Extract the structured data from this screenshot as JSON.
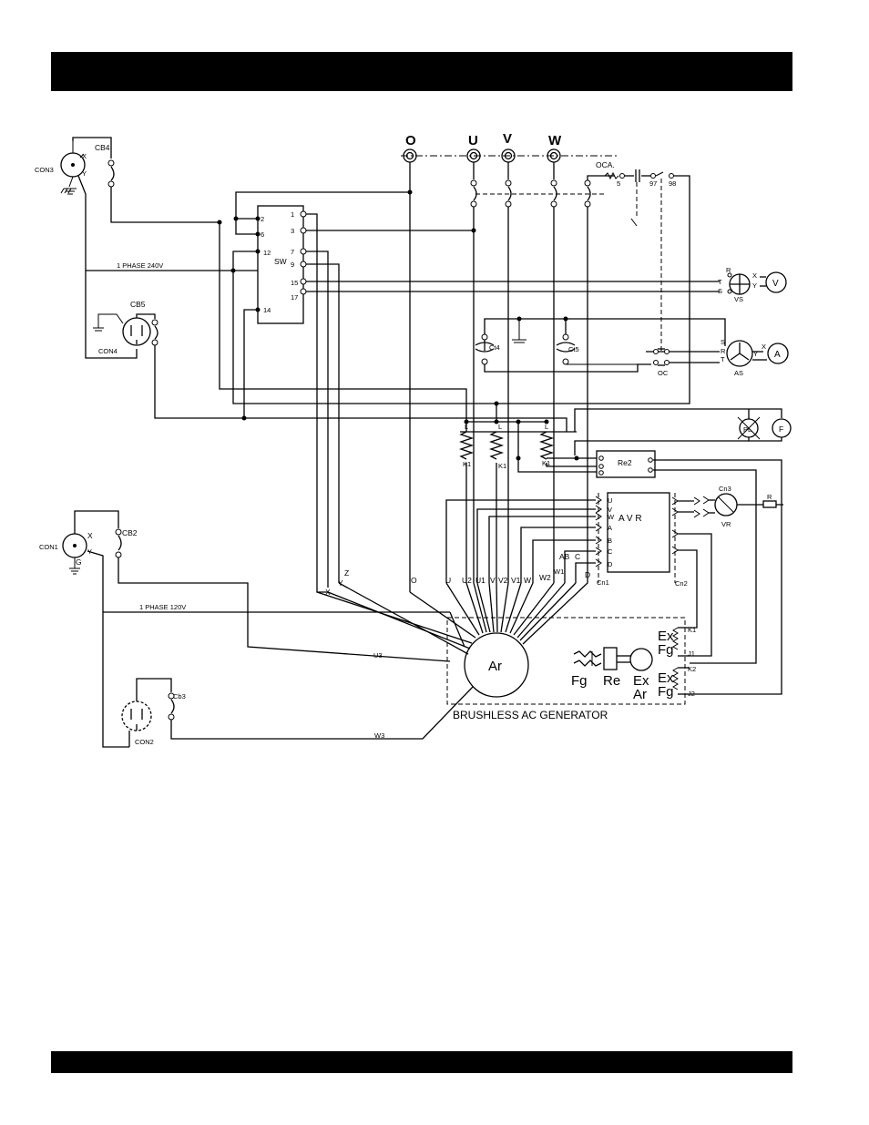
{
  "page": {
    "header_bar": "",
    "footer_bar": ""
  },
  "phases": {
    "o": "O",
    "u": "U",
    "v": "V",
    "w": "W"
  },
  "labels": {
    "con3": "CON3",
    "cb4": "CB4",
    "con3_x": "X",
    "con3_y": "Y",
    "phase240": "1 PHASE 240V",
    "con4": "CON4",
    "cb5": "CB5",
    "sw": "SW",
    "sw_t1": "1",
    "sw_t3": "3",
    "sw_t7": "7",
    "sw_t9": "9",
    "sw_t15": "15",
    "sw_t17": "17",
    "sw_t2": "2",
    "sw_t6": "6",
    "sw_t12": "12",
    "sw_t14": "14",
    "oca": "OCA.",
    "oca_5": "5",
    "oca_97": "97",
    "oca_98": "98",
    "vs": "VS",
    "vs_r": "R",
    "vs_t": "T",
    "vs_s": "S",
    "vs_x": "X",
    "vs_y": "Y",
    "v_meter": "V",
    "ct4": "Ct4",
    "ct5": "Ct5",
    "as": "AS",
    "as_s": "S",
    "as_r": "R",
    "as_t": "T",
    "as_y": "Y",
    "as_x": "X",
    "oc": "OC",
    "a_meter": "A",
    "pl": "PL",
    "f_meter": "F",
    "re2": "Re2",
    "k1a": "K1",
    "k1b": "K1",
    "k1c": "K1",
    "l1": "L",
    "l2": "L",
    "l3": "L",
    "avr": "A V R",
    "cn1": "Cn1",
    "cn2": "Cn2",
    "cn3": "Cn3",
    "vr": "VR",
    "r": "R",
    "avr_u": "U",
    "avr_v": "V",
    "avr_w": "W",
    "avr_a": "A",
    "avr_b": "B",
    "avr_c": "C",
    "avr_d": "D",
    "con1": "CON1",
    "cb2": "CB2",
    "con1_x": "X",
    "con1_y": "Y",
    "con1_g": "G",
    "phase120": "1 PHASE 120V",
    "wire_x": "X",
    "wire_y": "Y",
    "wire_z": "Z",
    "wire_o": "O",
    "wire_u": "U",
    "wire_u2": "U2",
    "wire_u1": "U1",
    "wire_v": "V",
    "wire_v2": "V2",
    "wire_v1": "V1",
    "wire_w": "W",
    "wire_w2": "W2",
    "wire_w1": "W1",
    "wire_ab": "AB",
    "wire_c": "C",
    "wire_d": "D",
    "u3": "U3",
    "w3": "W3",
    "cb3": "Cb3",
    "con2": "CON2",
    "ar": "Ar",
    "fg": "Fg",
    "re": "Re",
    "ex_ar_1": "Ex",
    "ex_ar_2": "Ar",
    "ex1": "Ex",
    "fg1": "Fg",
    "ex2": "Ex",
    "fg2": "Fg",
    "k1t": "K1",
    "j1t": "J1",
    "k2t": "K2",
    "j2t": "J2",
    "brushless": "BRUSHLESS AC GENERATOR"
  }
}
